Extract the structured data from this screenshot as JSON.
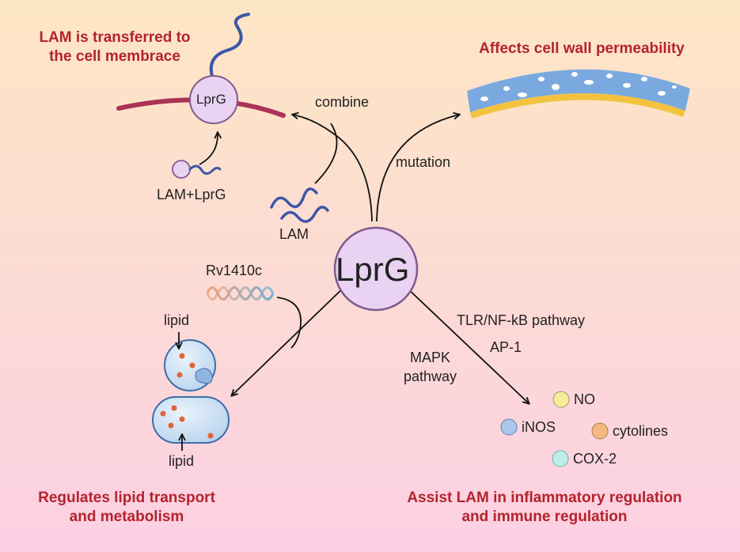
{
  "center": {
    "label": "LprG"
  },
  "headings": {
    "top_left_line1": "LAM is transferred to",
    "top_left_line2": "the cell membrace",
    "top_right": "Affects cell wall permeability",
    "bottom_left_line1": "Regulates lipid transport",
    "bottom_left_line2": "and metabolism",
    "bottom_right_line1": "Assist LAM in inflammatory regulation",
    "bottom_right_line2": "and immune regulation"
  },
  "labels": {
    "membrane_protein": "LprG",
    "combine": "combine",
    "mutation": "mutation",
    "lam_lprg": "LAM+LprG",
    "lam": "LAM",
    "rv1410c": "Rv1410c",
    "lipid_top": "lipid",
    "lipid_bottom": "lipid",
    "tlr_pathway": "TLR/NF-kB pathway",
    "ap1": "AP-1",
    "mapk_line1": "MAPK",
    "mapk_line2": "pathway"
  },
  "products": [
    {
      "name": "NO",
      "color": "#f6ec9a"
    },
    {
      "name": "iNOS",
      "color": "#a9c8ec"
    },
    {
      "name": "cytolines",
      "color": "#f2b880"
    },
    {
      "name": "COX-2",
      "color": "#bdeee8"
    }
  ],
  "colors": {
    "heading": "#b4232c",
    "bg_top": "#fde6c4",
    "bg_bottom": "#fcd0e4",
    "lprg_fill": "#e9d2f2",
    "lprg_stroke": "#7e5a8e",
    "membrane": "#a93256",
    "lam_strand": "#3e56a8",
    "wall_blue": "#7aa9e0",
    "wall_yellow": "#f3c33f",
    "lipid_dot": "#e2623a"
  }
}
